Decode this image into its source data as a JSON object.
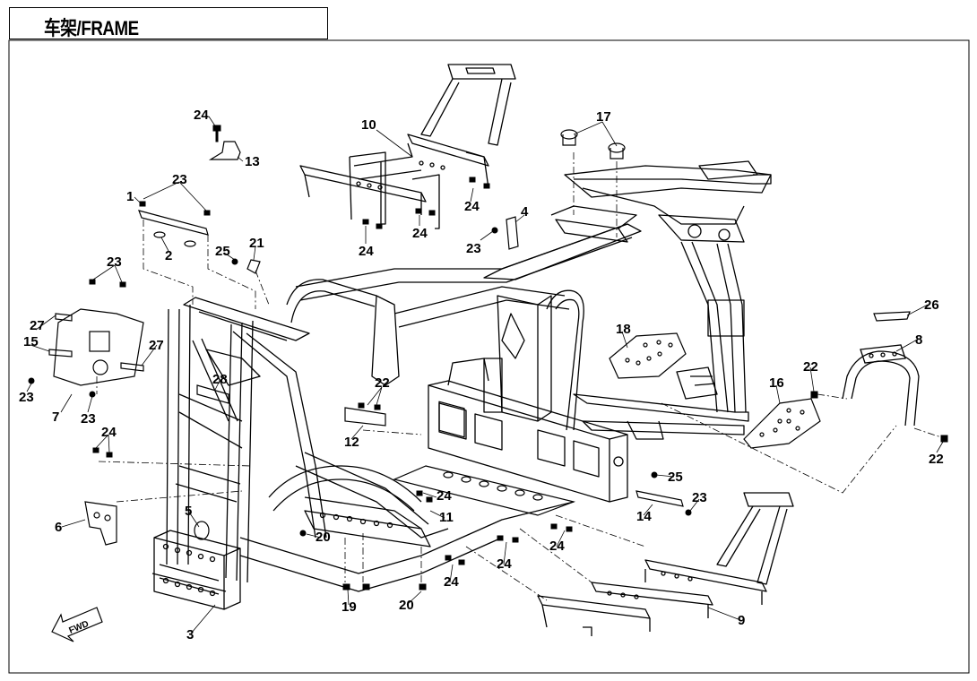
{
  "title": "车架/FRAME",
  "fwd_label": "FWD",
  "colors": {
    "line": "#000000",
    "background": "#ffffff"
  },
  "callouts": [
    {
      "id": "c-24a",
      "label": "24"
    },
    {
      "id": "c-13",
      "label": "13"
    },
    {
      "id": "c-23a",
      "label": "23"
    },
    {
      "id": "c-1",
      "label": "1"
    },
    {
      "id": "c-2",
      "label": "2"
    },
    {
      "id": "c-25a",
      "label": "25"
    },
    {
      "id": "c-21",
      "label": "21"
    },
    {
      "id": "c-10",
      "label": "10"
    },
    {
      "id": "c-24b",
      "label": "24"
    },
    {
      "id": "c-24c",
      "label": "24"
    },
    {
      "id": "c-24d",
      "label": "24"
    },
    {
      "id": "c-4",
      "label": "4"
    },
    {
      "id": "c-23b",
      "label": "23"
    },
    {
      "id": "c-17",
      "label": "17"
    },
    {
      "id": "c-23c",
      "label": "23"
    },
    {
      "id": "c-27a",
      "label": "27"
    },
    {
      "id": "c-15",
      "label": "15"
    },
    {
      "id": "c-27b",
      "label": "27"
    },
    {
      "id": "c-23d",
      "label": "23"
    },
    {
      "id": "c-7",
      "label": "7"
    },
    {
      "id": "c-23e",
      "label": "23"
    },
    {
      "id": "c-28",
      "label": "28"
    },
    {
      "id": "c-26",
      "label": "26"
    },
    {
      "id": "c-8",
      "label": "8"
    },
    {
      "id": "c-18",
      "label": "18"
    },
    {
      "id": "c-22a",
      "label": "22"
    },
    {
      "id": "c-16",
      "label": "16"
    },
    {
      "id": "c-22b",
      "label": "22"
    },
    {
      "id": "c-12",
      "label": "12"
    },
    {
      "id": "c-22c",
      "label": "22"
    },
    {
      "id": "c-24e",
      "label": "24"
    },
    {
      "id": "c-6",
      "label": "6"
    },
    {
      "id": "c-5",
      "label": "5"
    },
    {
      "id": "c-24f",
      "label": "24"
    },
    {
      "id": "c-11",
      "label": "11"
    },
    {
      "id": "c-25b",
      "label": "25"
    },
    {
      "id": "c-23f",
      "label": "23"
    },
    {
      "id": "c-14",
      "label": "14"
    },
    {
      "id": "c-20a",
      "label": "20"
    },
    {
      "id": "c-24g",
      "label": "24"
    },
    {
      "id": "c-24h",
      "label": "24"
    },
    {
      "id": "c-24i",
      "label": "24"
    },
    {
      "id": "c-19",
      "label": "19"
    },
    {
      "id": "c-20b",
      "label": "20"
    },
    {
      "id": "c-9",
      "label": "9"
    },
    {
      "id": "c-3",
      "label": "3"
    }
  ]
}
